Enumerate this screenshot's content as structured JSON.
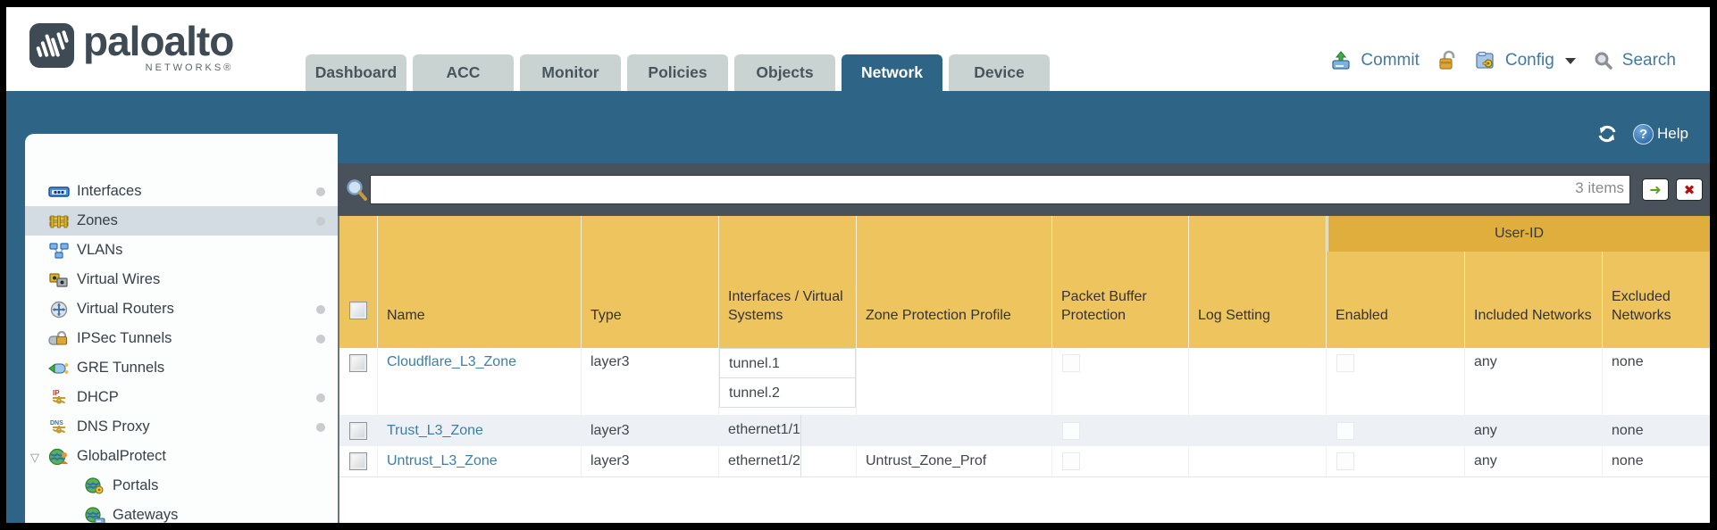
{
  "colors": {
    "teal": "#2e6486",
    "slate": "#49525a",
    "amber": "#eec45e",
    "amber_dark": "#dfae3d",
    "link": "#3e7ea6",
    "tab_inactive": "#c9d3d2"
  },
  "brand": {
    "logo_text": "paloalto",
    "logo_sub": "NETWORKS®"
  },
  "header": {
    "tabs": [
      {
        "label": "Dashboard",
        "active": false
      },
      {
        "label": "ACC",
        "active": false
      },
      {
        "label": "Monitor",
        "active": false
      },
      {
        "label": "Policies",
        "active": false
      },
      {
        "label": "Objects",
        "active": false
      },
      {
        "label": "Network",
        "active": true
      },
      {
        "label": "Device",
        "active": false
      }
    ],
    "actions": {
      "commit_label": "Commit",
      "config_label": "Config",
      "search_label": "Search"
    }
  },
  "subheader": {
    "help_label": "Help",
    "help_glyph": "?",
    "refresh_icon": "circular-arrows"
  },
  "sidebar": {
    "items": [
      {
        "label": "Interfaces",
        "icon": "interfaces-icon",
        "dot": true,
        "selected": false
      },
      {
        "label": "Zones",
        "icon": "zones-icon",
        "dot": true,
        "selected": true
      },
      {
        "label": "VLANs",
        "icon": "vlans-icon",
        "dot": false,
        "selected": false
      },
      {
        "label": "Virtual Wires",
        "icon": "virtual-wires-icon",
        "dot": false,
        "selected": false
      },
      {
        "label": "Virtual Routers",
        "icon": "virtual-routers-icon",
        "dot": true,
        "selected": false
      },
      {
        "label": "IPSec Tunnels",
        "icon": "ipsec-tunnels-icon",
        "dot": true,
        "selected": false
      },
      {
        "label": "GRE Tunnels",
        "icon": "gre-tunnels-icon",
        "dot": false,
        "selected": false
      },
      {
        "label": "DHCP",
        "icon": "dhcp-icon",
        "dot": true,
        "selected": false
      },
      {
        "label": "DNS Proxy",
        "icon": "dns-proxy-icon",
        "dot": true,
        "selected": false
      },
      {
        "label": "GlobalProtect",
        "icon": "globalprotect-icon",
        "dot": false,
        "selected": false,
        "expanded": true
      },
      {
        "label": "Portals",
        "icon": "portals-icon",
        "dot": false,
        "selected": false,
        "sub": true
      },
      {
        "label": "Gateways",
        "icon": "gateways-icon",
        "dot": false,
        "selected": false,
        "sub": true
      }
    ]
  },
  "toolbar": {
    "filter_value": "",
    "items_count": "3 items",
    "apply_glyph": "➜",
    "clear_glyph": "✖"
  },
  "table": {
    "group_header": "User-ID",
    "columns": [
      "",
      "Name",
      "Type",
      "Interfaces / Virtual Systems",
      "Zone Protection Profile",
      "Packet Buffer Protection",
      "Log Setting",
      "Enabled",
      "Included Networks",
      "Excluded Networks"
    ],
    "rows": [
      {
        "selected": false,
        "name": "Cloudflare_L3_Zone",
        "type": "layer3",
        "interfaces": [
          "tunnel.1",
          "tunnel.2"
        ],
        "zone_protection_profile": "",
        "packet_buffer_protection": false,
        "log_setting": "",
        "user_id_enabled": false,
        "included_networks": "any",
        "excluded_networks": "none"
      },
      {
        "selected": false,
        "name": "Trust_L3_Zone",
        "type": "layer3",
        "interfaces": [
          "ethernet1/1"
        ],
        "zone_protection_profile": "",
        "packet_buffer_protection": false,
        "log_setting": "",
        "user_id_enabled": false,
        "included_networks": "any",
        "excluded_networks": "none"
      },
      {
        "selected": false,
        "name": "Untrust_L3_Zone",
        "type": "layer3",
        "interfaces": [
          "ethernet1/2"
        ],
        "zone_protection_profile": "Untrust_Zone_Prof",
        "packet_buffer_protection": false,
        "log_setting": "",
        "user_id_enabled": false,
        "included_networks": "any",
        "excluded_networks": "none"
      }
    ]
  }
}
